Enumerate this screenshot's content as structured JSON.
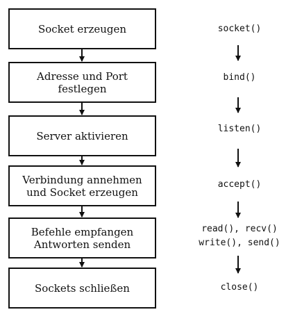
{
  "steps": [
    {
      "box": "Socket erzeugen",
      "call": "socket()"
    },
    {
      "box": "Adresse und Port\nfestlegen",
      "call": "bind()"
    },
    {
      "box": "Server aktivieren",
      "call": "listen()"
    },
    {
      "box": "Verbindung annehmen\nund Socket erzeugen",
      "call": "accept()"
    },
    {
      "box": "Befehle empfangen\nAntworten senden",
      "call": "read(), recv()\nwrite(), send()"
    },
    {
      "box": "Sockets schließen",
      "call": "close()"
    }
  ],
  "colors": {
    "line": "#111111",
    "background": "#ffffff"
  }
}
